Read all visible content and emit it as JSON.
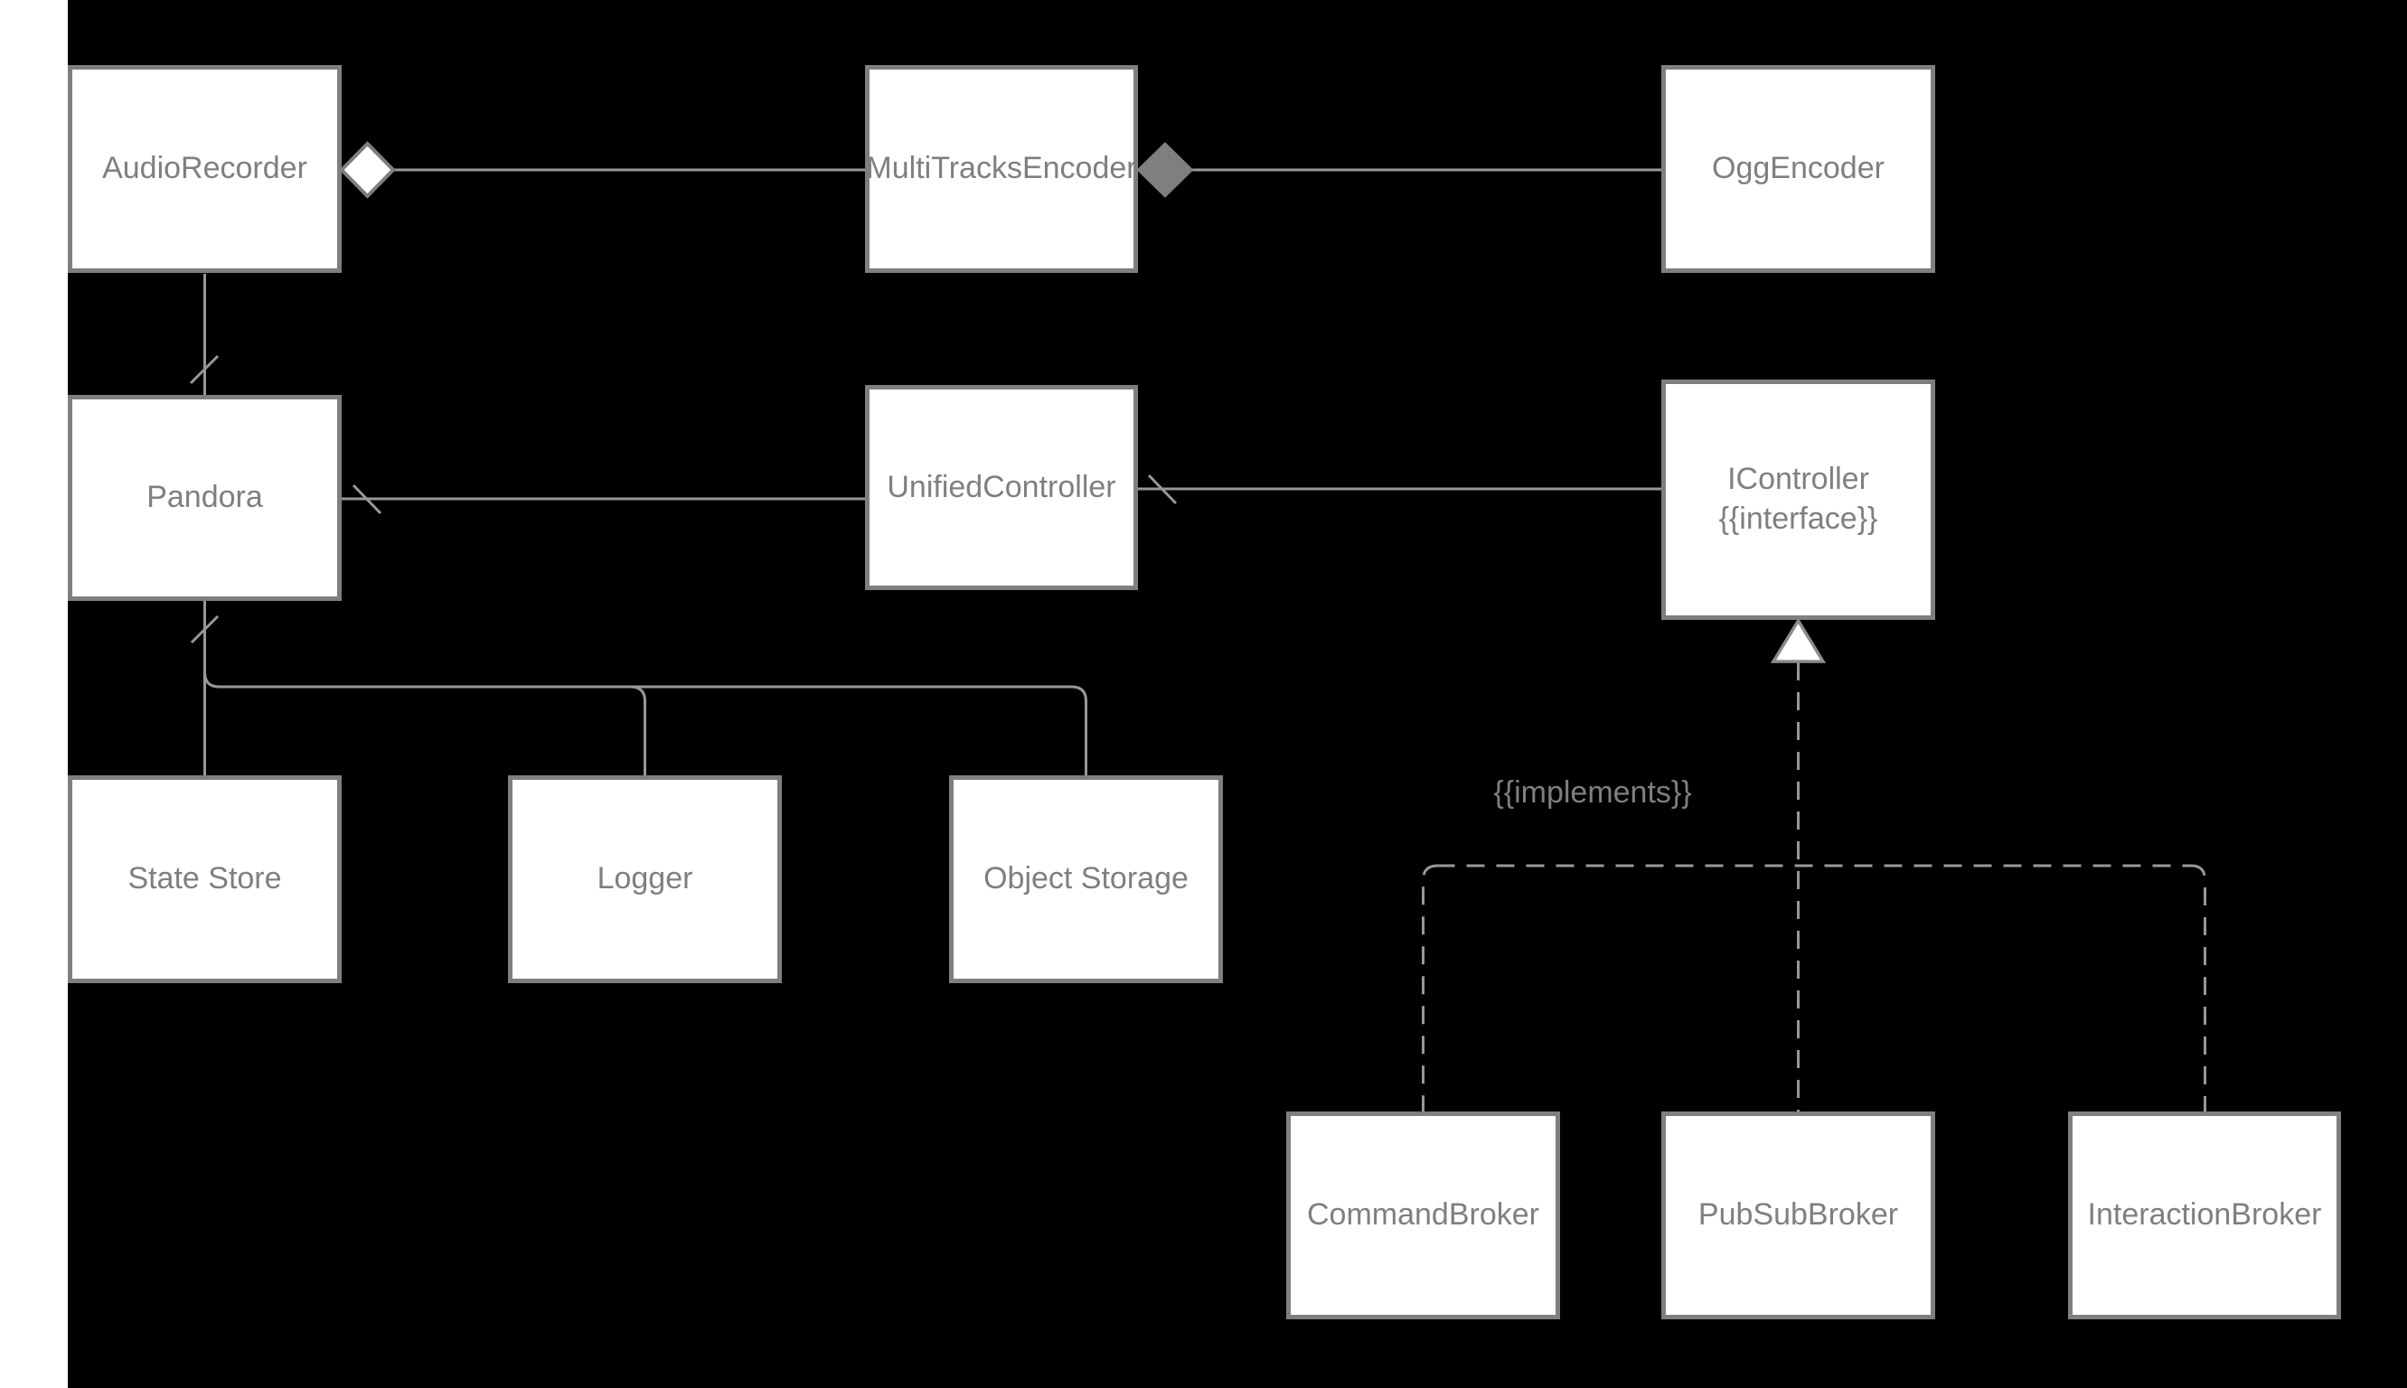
{
  "diagram": {
    "background_color": "#000000",
    "left_strip_color": "#ffffff",
    "node_fill": "#ffffff",
    "node_border_color": "#7f7f7f",
    "node_text_color": "#7f7f7f",
    "connector_color": "#989898",
    "composition_diamond_fill": "#7f7f7f",
    "aggregation_diamond_fill": "#ffffff"
  },
  "nodes": [
    {
      "id": "audio-recorder",
      "label": "AudioRecorder"
    },
    {
      "id": "multitracksencoder",
      "label": "MultiTracksEncoder"
    },
    {
      "id": "ogg-encoder",
      "label": "OggEncoder"
    },
    {
      "id": "pandora",
      "label": "Pandora"
    },
    {
      "id": "unified-controller",
      "label": "UnifiedController"
    },
    {
      "id": "icontroller",
      "label": "IController",
      "stereotype": "{{interface}}"
    },
    {
      "id": "state-store",
      "label": "State Store"
    },
    {
      "id": "logger",
      "label": "Logger"
    },
    {
      "id": "object-storage",
      "label": "Object Storage"
    },
    {
      "id": "command-broker",
      "label": "CommandBroker"
    },
    {
      "id": "pubsub-broker",
      "label": "PubSubBroker"
    },
    {
      "id": "interaction-broker",
      "label": "InteractionBroker"
    }
  ],
  "edge_label": {
    "text": "{{implements}}"
  },
  "edges": [
    {
      "from": "AudioRecorder",
      "to": "MultiTracksEncoder",
      "type": "aggregation (hollow diamond at AudioRecorder)"
    },
    {
      "from": "MultiTracksEncoder",
      "to": "OggEncoder",
      "type": "composition (filled diamond at MultiTracksEncoder)"
    },
    {
      "from": "AudioRecorder",
      "to": "Pandora",
      "type": "association (tick near Pandora)"
    },
    {
      "from": "Pandora",
      "to": "UnifiedController",
      "type": "association (tick near Pandora)"
    },
    {
      "from": "UnifiedController",
      "to": "IController",
      "type": "association (tick near UnifiedController)"
    },
    {
      "from": "Pandora",
      "to": "State Store",
      "type": "association (tick below Pandora)"
    },
    {
      "from": "Pandora",
      "to": "Logger",
      "type": "association branch"
    },
    {
      "from": "Pandora",
      "to": "Object Storage",
      "type": "association branch"
    },
    {
      "from": "CommandBroker",
      "to": "IController",
      "type": "realization (dashed, hollow triangle)"
    },
    {
      "from": "PubSubBroker",
      "to": "IController",
      "type": "realization (dashed, hollow triangle)"
    },
    {
      "from": "InteractionBroker",
      "to": "IController",
      "type": "realization (dashed, hollow triangle)"
    }
  ]
}
